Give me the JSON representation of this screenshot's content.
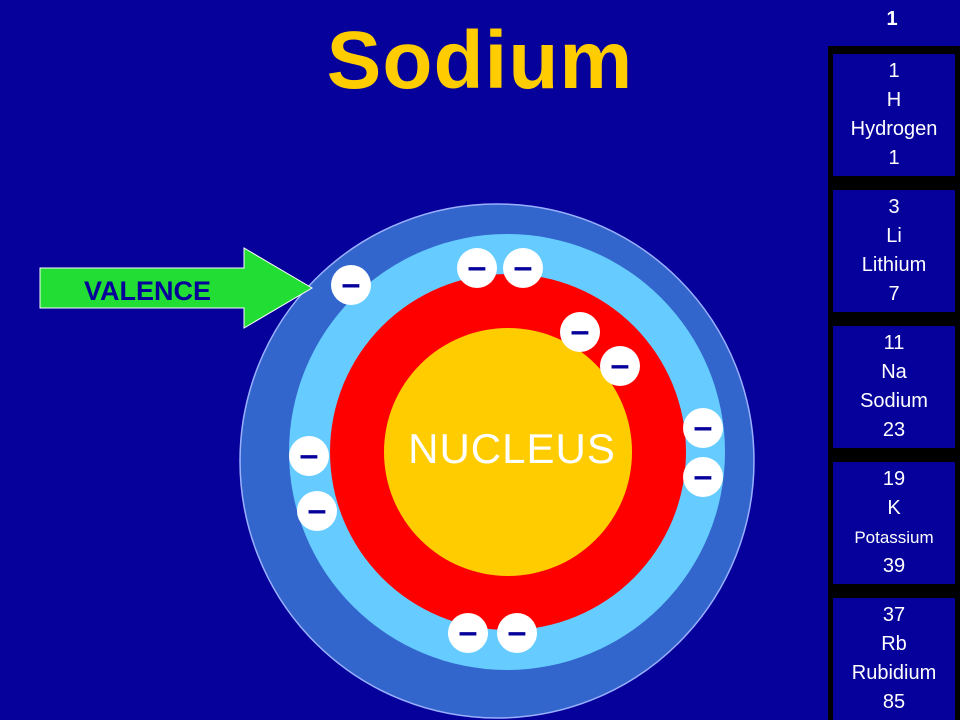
{
  "title": "Sodium",
  "diagram": {
    "nucleus_label": "NUCLEUS",
    "valence_label": "VALENCE",
    "electron_symbol": "–",
    "electrons_per_shell": [
      2,
      8,
      1
    ],
    "colors": {
      "background": "#06019a",
      "nucleus": "#ffcc00",
      "shell_1": "#ff0000",
      "shell_2": "#66ccff",
      "shell_3": "#3366cc",
      "arrow": "#22dd33",
      "electron": "#ffffff",
      "electron_sign": "#06019a"
    }
  },
  "periodic_column": {
    "group": "1",
    "elements": [
      {
        "number": "1",
        "symbol": "H",
        "name": "Hydrogen",
        "mass": "1"
      },
      {
        "number": "3",
        "symbol": "Li",
        "name": "Lithium",
        "mass": "7"
      },
      {
        "number": "11",
        "symbol": "Na",
        "name": "Sodium",
        "mass": "23"
      },
      {
        "number": "19",
        "symbol": "K",
        "name": "Potassium",
        "mass": "39"
      },
      {
        "number": "37",
        "symbol": "Rb",
        "name": "Rubidium",
        "mass": "85"
      }
    ]
  }
}
